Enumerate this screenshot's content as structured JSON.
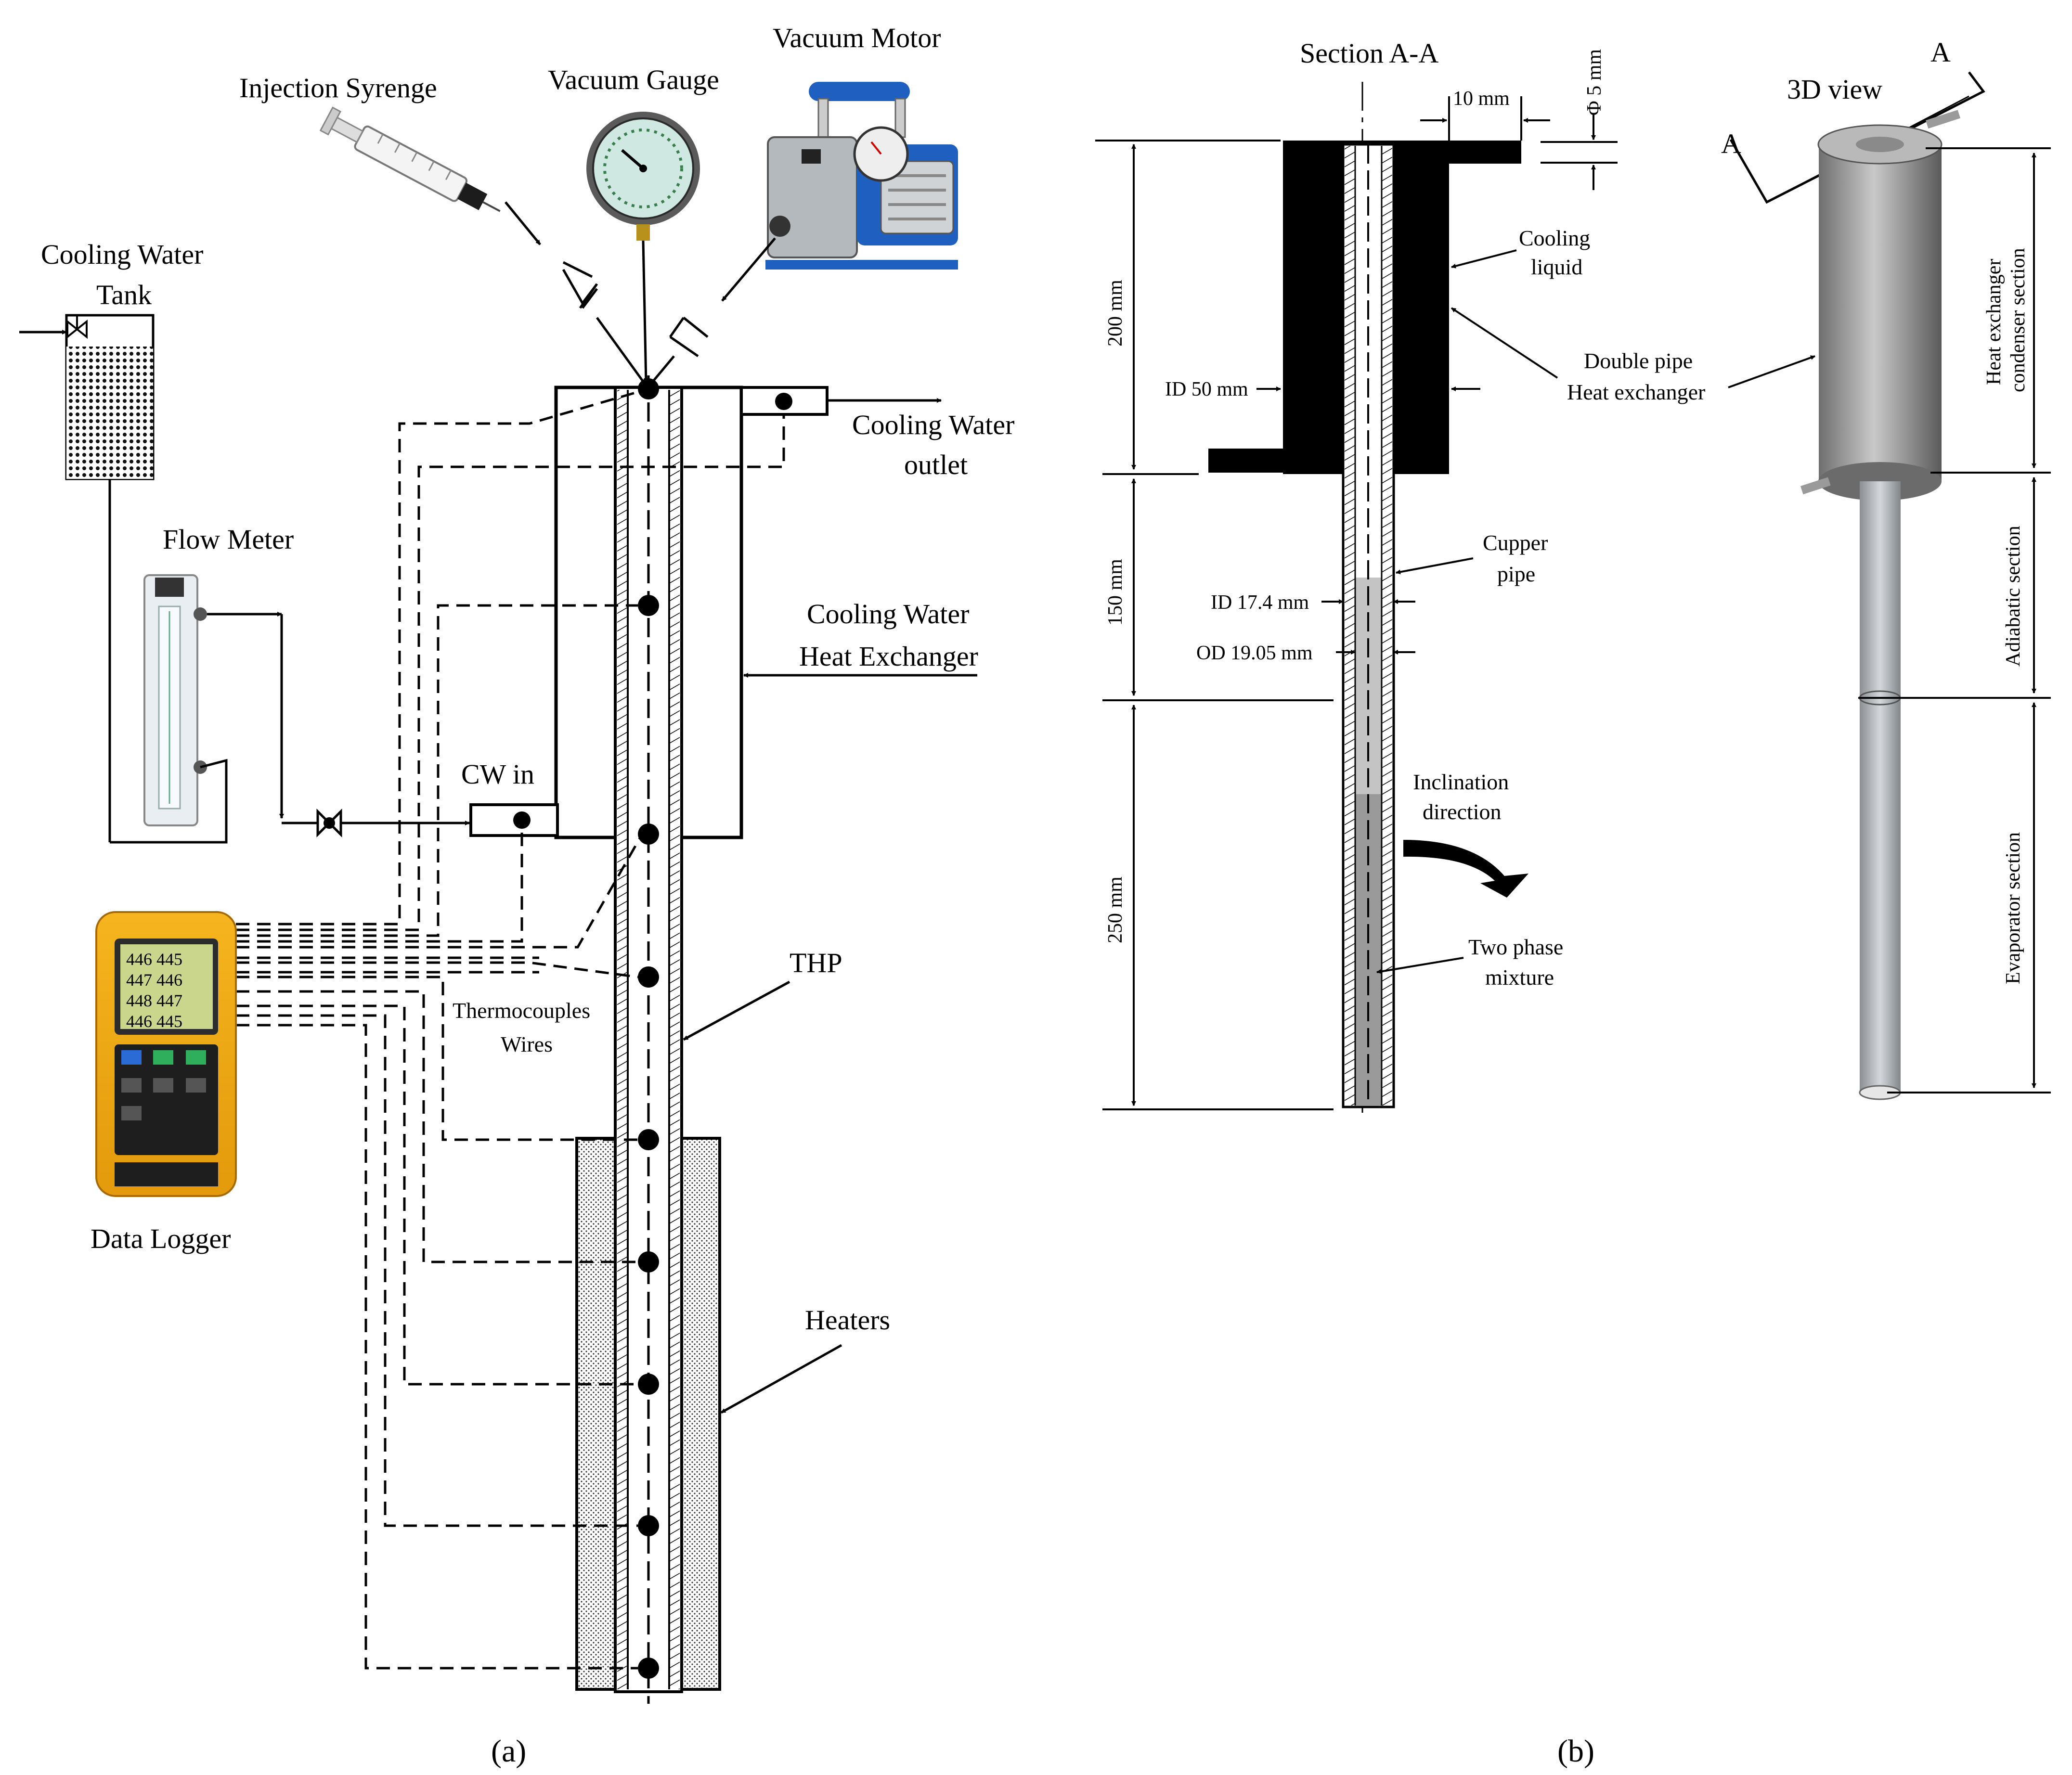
{
  "panel_a": {
    "labels": {
      "injection_syringe": "Injection Syrenge",
      "vacuum_gauge": "Vacuum Gauge",
      "vacuum_motor": "Vacuum Motor",
      "cooling_water_tank_line1": "Cooling Water",
      "cooling_water_tank_line2": "Tank",
      "cooling_water_outlet_line1": "Cooling Water",
      "cooling_water_outlet_line2": "outlet",
      "flow_meter": "Flow Meter",
      "hx_line1": "Cooling Water",
      "hx_line2": "Heat Exchanger",
      "cw_in": "CW in",
      "thp": "THP",
      "tc_line1": "Thermocouples",
      "tc_line2": "Wires",
      "data_logger": "Data Logger",
      "heaters": "Heaters"
    },
    "caption": "(a)"
  },
  "panel_b": {
    "labels": {
      "section": "Section A-A",
      "dim_10mm": "10 mm",
      "dim_phi5": "Φ 5 mm",
      "cooling_liquid_line1": "Cooling",
      "cooling_liquid_line2": "liquid",
      "double_pipe_line1": "Double pipe",
      "double_pipe_line2": "Heat exchanger",
      "id50": "ID 50 mm",
      "dim_200": "200 mm",
      "dim_150": "150 mm",
      "dim_250": "250 mm",
      "cupper_line1": "Cupper",
      "cupper_line2": "pipe",
      "id174": "ID 17.4 mm",
      "od1905": "OD 19.05 mm",
      "incl_line1": "Inclination",
      "incl_line2": "direction",
      "two_phase_line1": "Two phase",
      "two_phase_line2": "mixture",
      "view3d": "3D view",
      "a_mark": "A",
      "condenser_line1": "Heat exchanger",
      "condenser_line2": "condenser section",
      "adiabatic": "Adiabatic section",
      "evaporator": "Evaporator section"
    },
    "caption": "(b)"
  },
  "logger_display": {
    "row1": "446  445",
    "row2": "447  446",
    "row3": "448  447",
    "row4": "446  445"
  }
}
